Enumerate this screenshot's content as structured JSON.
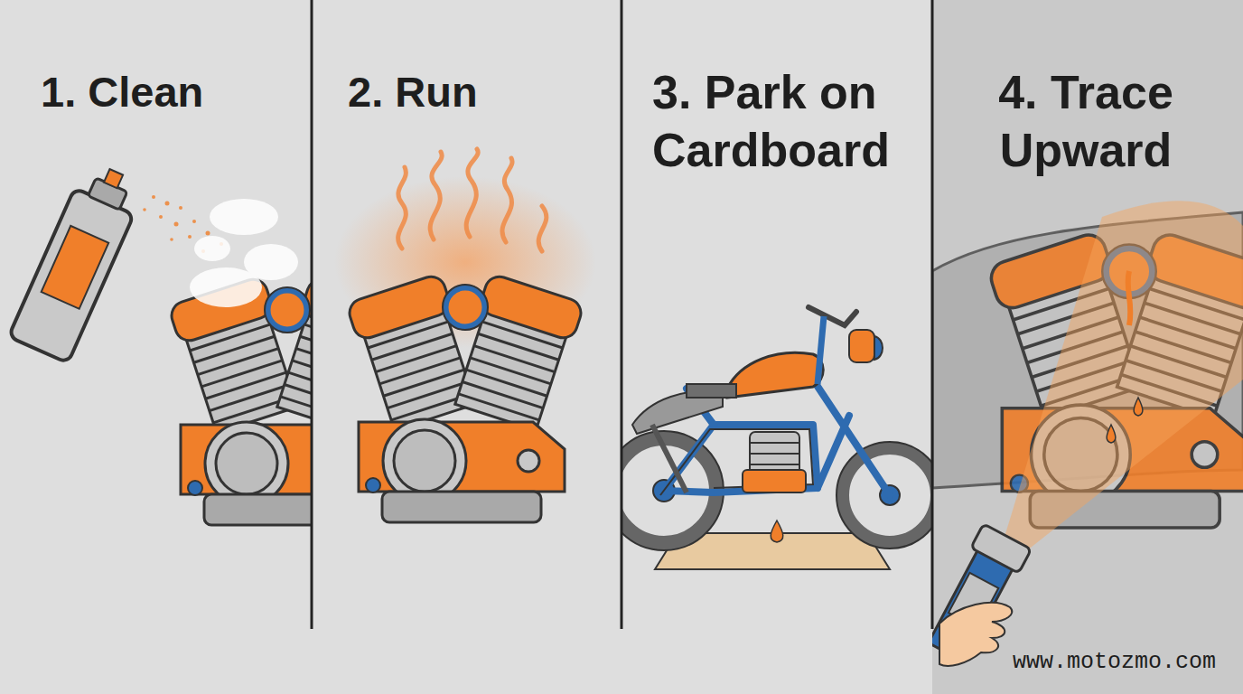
{
  "diagram": {
    "nodes": [
      {
        "text": [
          "1. Clean"
        ]
      },
      {
        "text": [
          "2. Run"
        ]
      },
      {
        "text": [
          "3. Park on Cardboard"
        ]
      },
      {
        "text": [
          "4. Trace Upward"
        ]
      }
    ],
    "labels": [
      "www.motozmo.com"
    ]
  }
}
